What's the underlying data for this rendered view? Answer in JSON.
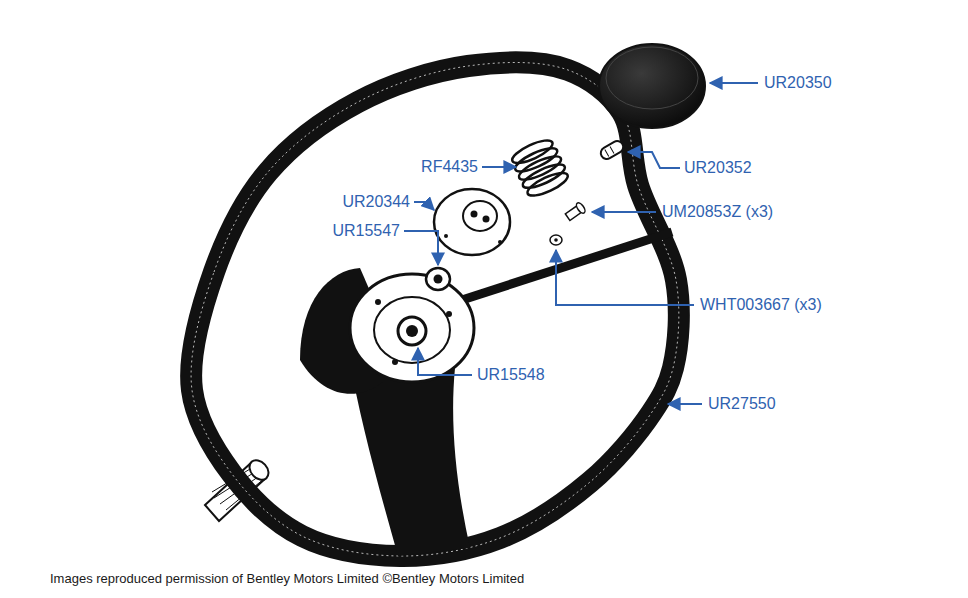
{
  "diagram": {
    "caption": "Images reproduced permission of Bentley Motors Limited ©Bentley Motors Limited",
    "labels": [
      "UR20350",
      "UR20352",
      "RF4435",
      "UM20853Z (x3)",
      "UR20344",
      "UR15547",
      "WHT003667 (x3)",
      "UR15548",
      "UR27550"
    ]
  }
}
